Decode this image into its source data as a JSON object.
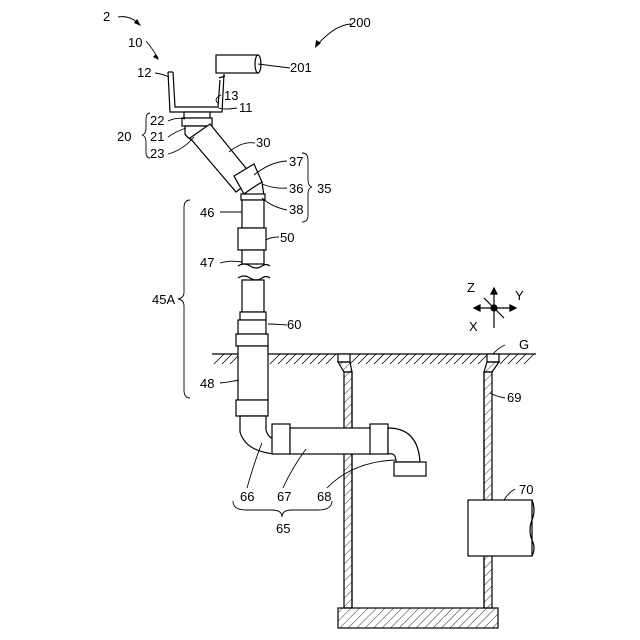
{
  "labels": {
    "fig_ref": "2",
    "gutter_ref": "10",
    "gutter_lip": "12",
    "gutter_outlet": "13",
    "gutter_body": "11",
    "downpipe_group": "20",
    "downpipe_top": "22",
    "downpipe_mid": "21",
    "downpipe_bottom": "23",
    "inclined_pipe": "30",
    "joint_top": "37",
    "joint_mid": "36",
    "joint_bottom": "38",
    "joint_group": "35",
    "vertical_pipe_top": "46",
    "coupling_upper": "50",
    "vertical_pipe_mid": "47",
    "vertical_group": "45A",
    "coupling_lower": "60",
    "vertical_pipe_bottom": "48",
    "drain_bend": "66",
    "drain_horizontal": "67",
    "drain_outlet": "68",
    "drain_group": "65",
    "tank": "69",
    "tank_device": "70",
    "ground": "G",
    "external_unit_group": "200",
    "external_unit": "201",
    "axis_z": "Z",
    "axis_y": "Y",
    "axis_x": "X"
  }
}
